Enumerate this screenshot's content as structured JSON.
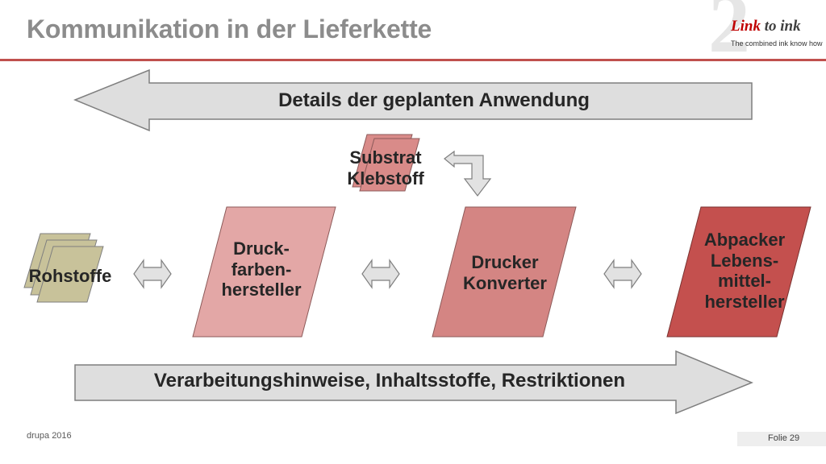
{
  "title": "Kommunikation in der Lieferkette",
  "logo": {
    "big_digit": "2",
    "name_part1": "Link",
    "name_part2": " to ink",
    "tagline": "The combined ink know how"
  },
  "diagram": {
    "top_arrow_label": "Details der geplanten Anwendung",
    "bottom_arrow_label": "Verarbeitungshinweise, Inhaltsstoffe, Restriktionen",
    "nodes": {
      "rohstoffe": "Rohstoffe",
      "substrat": [
        "Substrat",
        "Klebstoff"
      ],
      "druckfarbenhersteller": [
        "Druck-",
        "farben-",
        "hersteller"
      ],
      "drucker": [
        "Drucker",
        "Konverter"
      ],
      "abpacker": [
        "Abpacker",
        "Lebens-",
        "mittel-",
        "hersteller"
      ]
    },
    "colors": {
      "arrow_fill": "#dedede",
      "arrow_stroke": "#7f7f7f",
      "rohstoffe_fill": "#c8c29a",
      "substrat_fill": "#d98b89",
      "druck_fill": "#e3a7a6",
      "drucker_fill": "#d48583",
      "abpacker_fill": "#c4504e",
      "accent_rule": "#c0504d"
    }
  },
  "footer": {
    "left": "drupa 2016",
    "right": "Folie 29"
  }
}
